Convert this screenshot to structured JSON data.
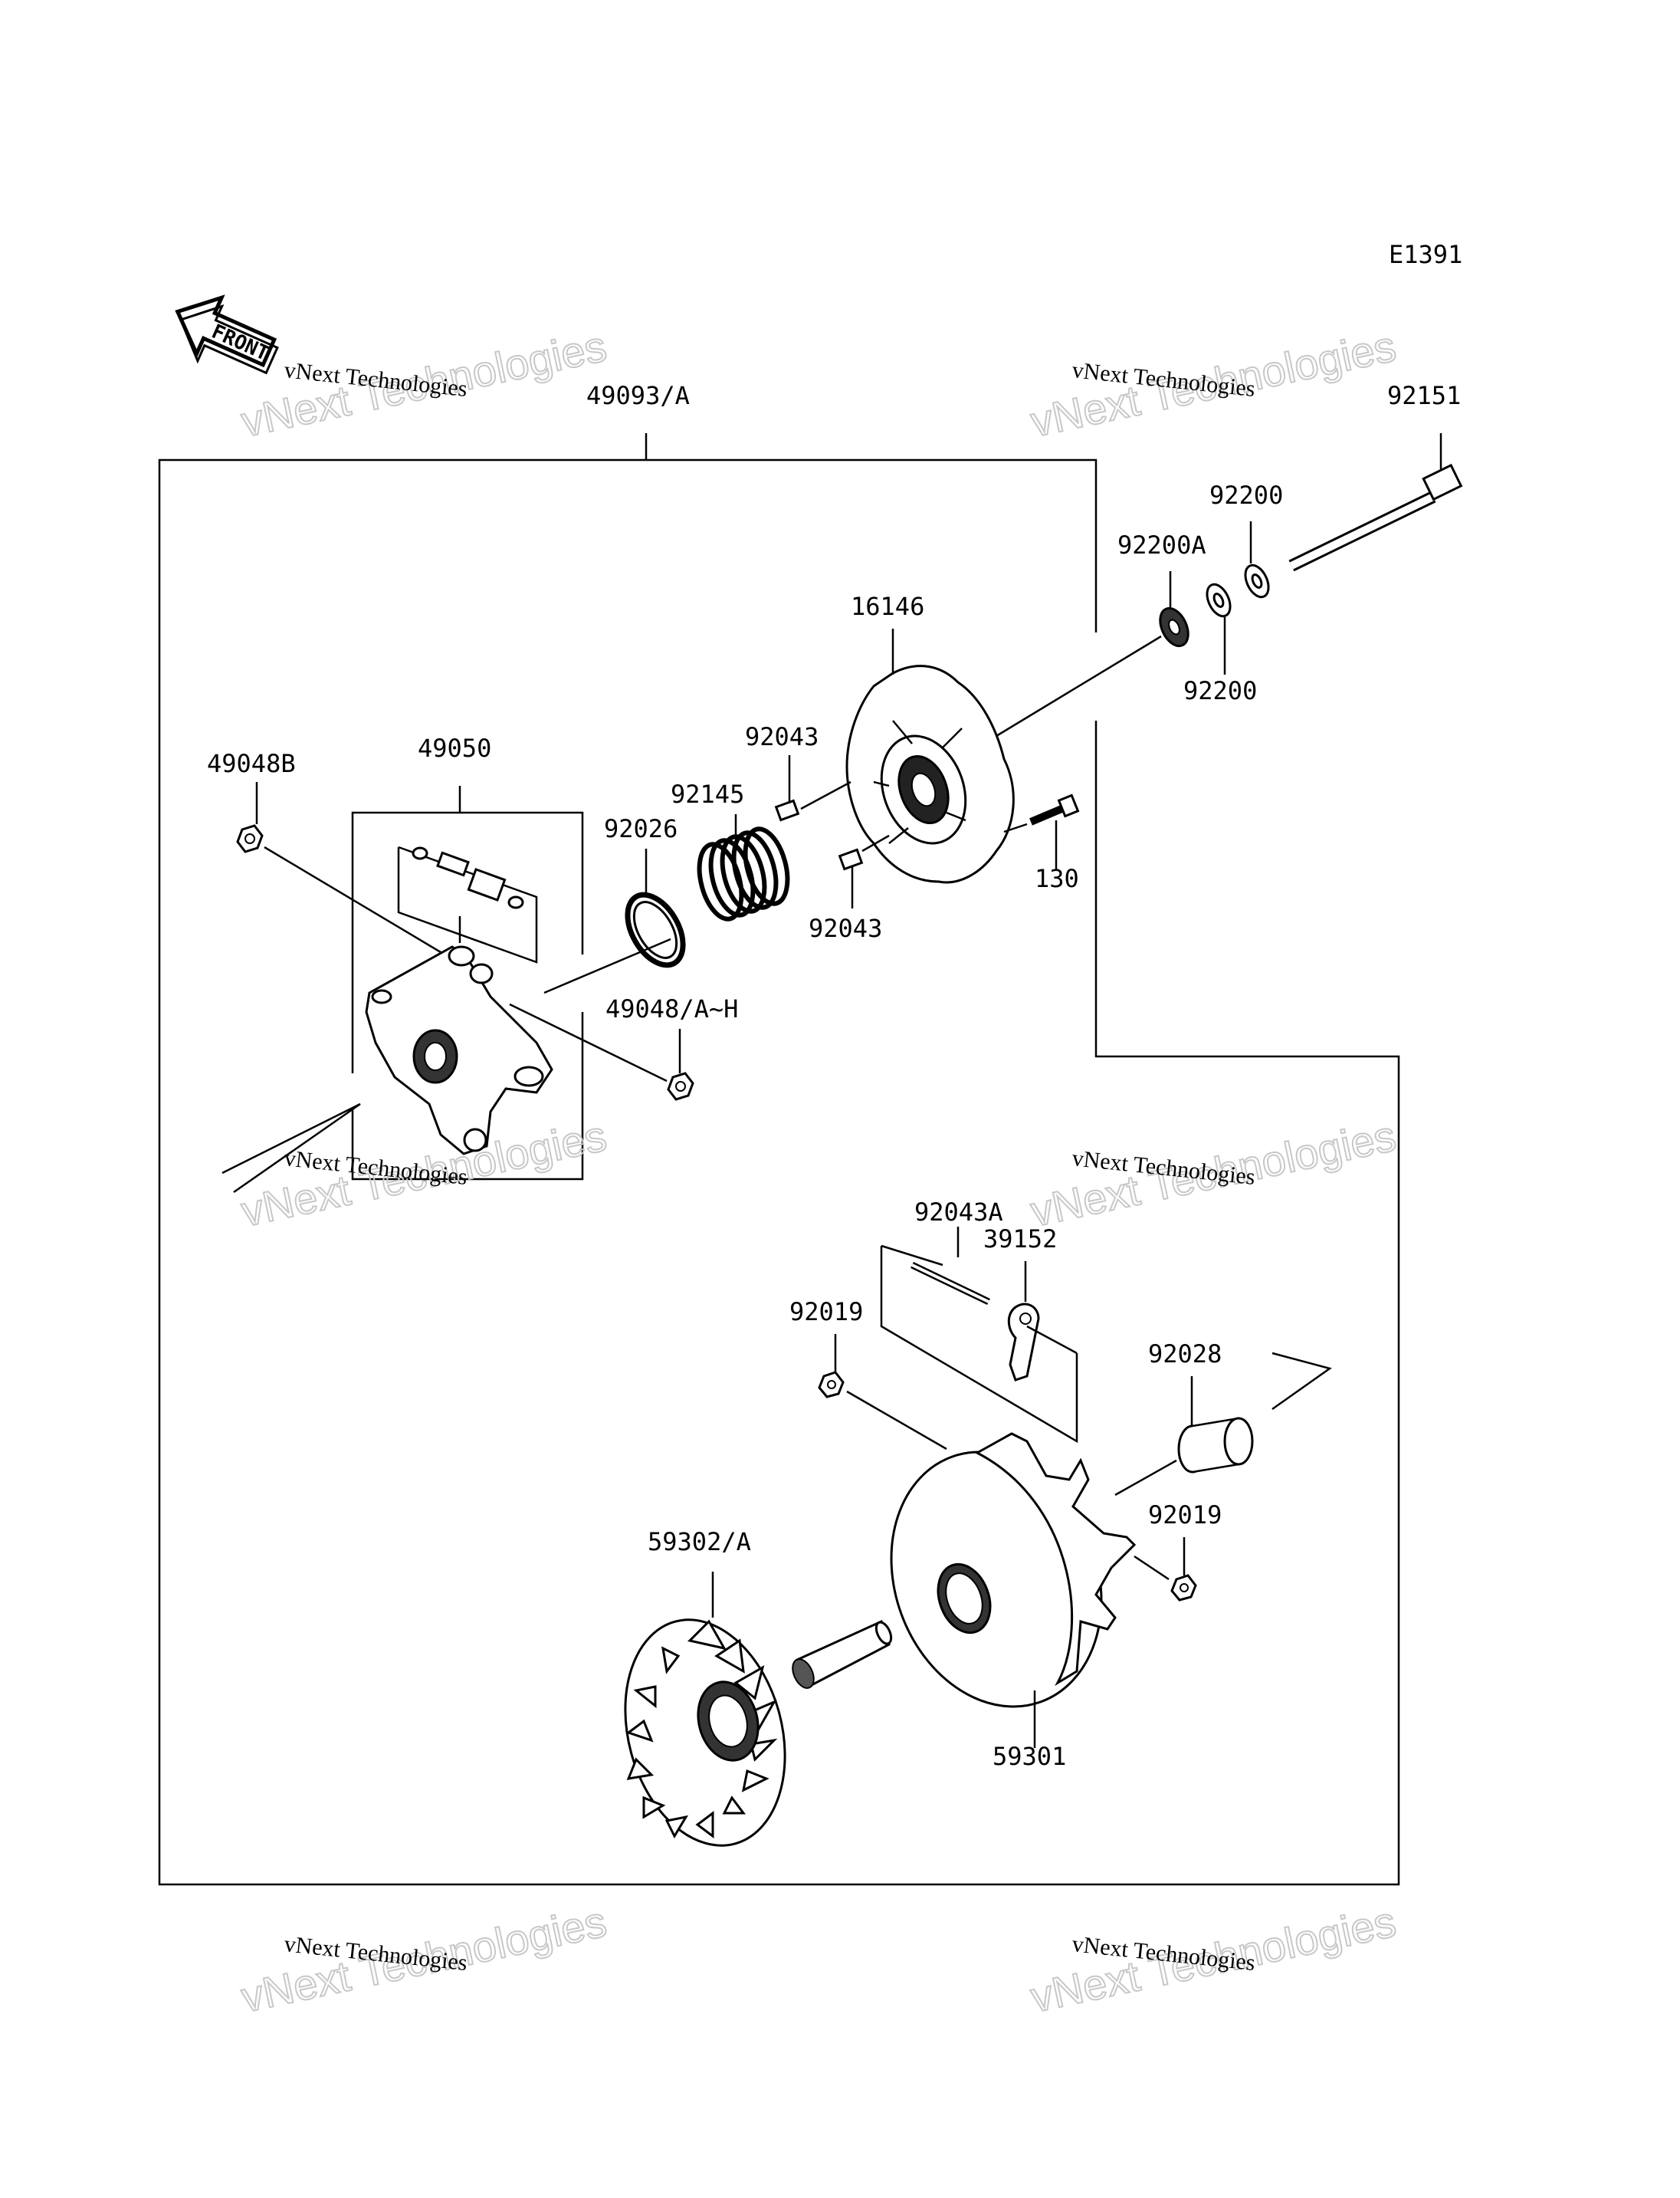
{
  "diagram_id": "E1391",
  "front_label": "FRONT",
  "parts": {
    "p49093": "49093/A",
    "p92151": "92151",
    "p92200_top": "92200",
    "p92200A": "92200A",
    "p92200_bot": "92200",
    "p16146": "16146",
    "p92043_top": "92043",
    "p92145": "92145",
    "p92026": "92026",
    "p130": "130",
    "p92043_bot": "92043",
    "p49048B": "49048B",
    "p49050": "49050",
    "p49048AH": "49048/A~H",
    "p92043A": "92043A",
    "p39152": "39152",
    "p92019_left": "92019",
    "p92028": "92028",
    "p92019_right": "92019",
    "p59302": "59302/A",
    "p59301": "59301"
  },
  "watermark": {
    "line1": "vNext Technologies",
    "line2": "vNext Technologies"
  }
}
